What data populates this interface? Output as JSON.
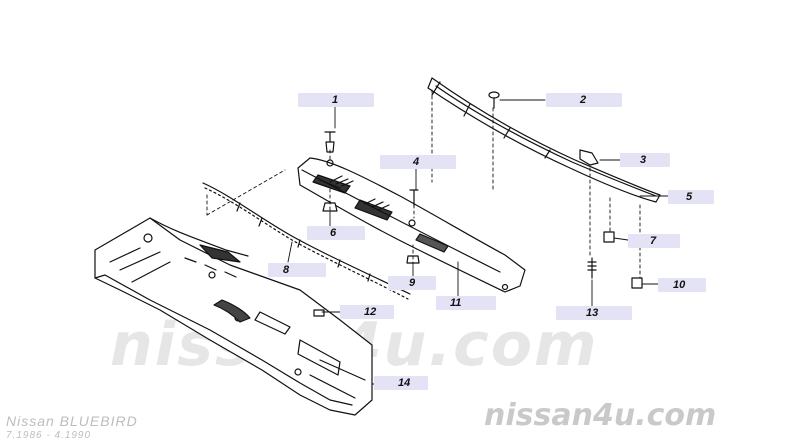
{
  "diagram": {
    "callouts": [
      {
        "id": "1",
        "label": "1"
      },
      {
        "id": "2",
        "label": "2"
      },
      {
        "id": "3",
        "label": "3"
      },
      {
        "id": "4",
        "label": "4"
      },
      {
        "id": "5",
        "label": "5"
      },
      {
        "id": "6",
        "label": "6"
      },
      {
        "id": "7",
        "label": "7"
      },
      {
        "id": "8",
        "label": "8"
      },
      {
        "id": "9",
        "label": "9"
      },
      {
        "id": "10",
        "label": "10"
      },
      {
        "id": "11",
        "label": "11"
      },
      {
        "id": "12",
        "label": "12"
      },
      {
        "id": "13",
        "label": "13"
      },
      {
        "id": "14",
        "label": "14"
      }
    ]
  },
  "footer": {
    "model": "Nissan BLUEBIRD",
    "years": "7.1986 - 4.1990",
    "watermark_center": "nissan4u.com",
    "watermark_corner": "nissan4u.com"
  },
  "colors": {
    "label_bg": "#e3e3f5",
    "line": "#111111",
    "watermark": "#c9c9c9"
  }
}
